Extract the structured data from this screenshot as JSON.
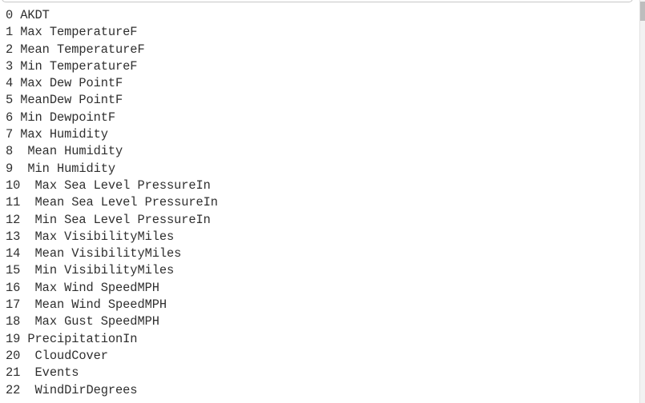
{
  "colors": {
    "background": "#ffffff",
    "text": "#2f2f2f",
    "cell_border": "#c6c6c6",
    "scrollbar_track": "#f2f2f2",
    "scrollbar_thumb": "#bdbdbd"
  },
  "output": {
    "lines": [
      "0 AKDT",
      "1 Max TemperatureF",
      "2 Mean TemperatureF",
      "3 Min TemperatureF",
      "4 Max Dew PointF",
      "5 MeanDew PointF",
      "6 Min DewpointF",
      "7 Max Humidity",
      "8  Mean Humidity",
      "9  Min Humidity",
      "10  Max Sea Level PressureIn",
      "11  Mean Sea Level PressureIn",
      "12  Min Sea Level PressureIn",
      "13  Max VisibilityMiles",
      "14  Mean VisibilityMiles",
      "15  Min VisibilityMiles",
      "16  Max Wind SpeedMPH",
      "17  Mean Wind SpeedMPH",
      "18  Max Gust SpeedMPH",
      "19 PrecipitationIn",
      "20  CloudCover",
      "21  Events",
      "22  WindDirDegrees"
    ]
  }
}
